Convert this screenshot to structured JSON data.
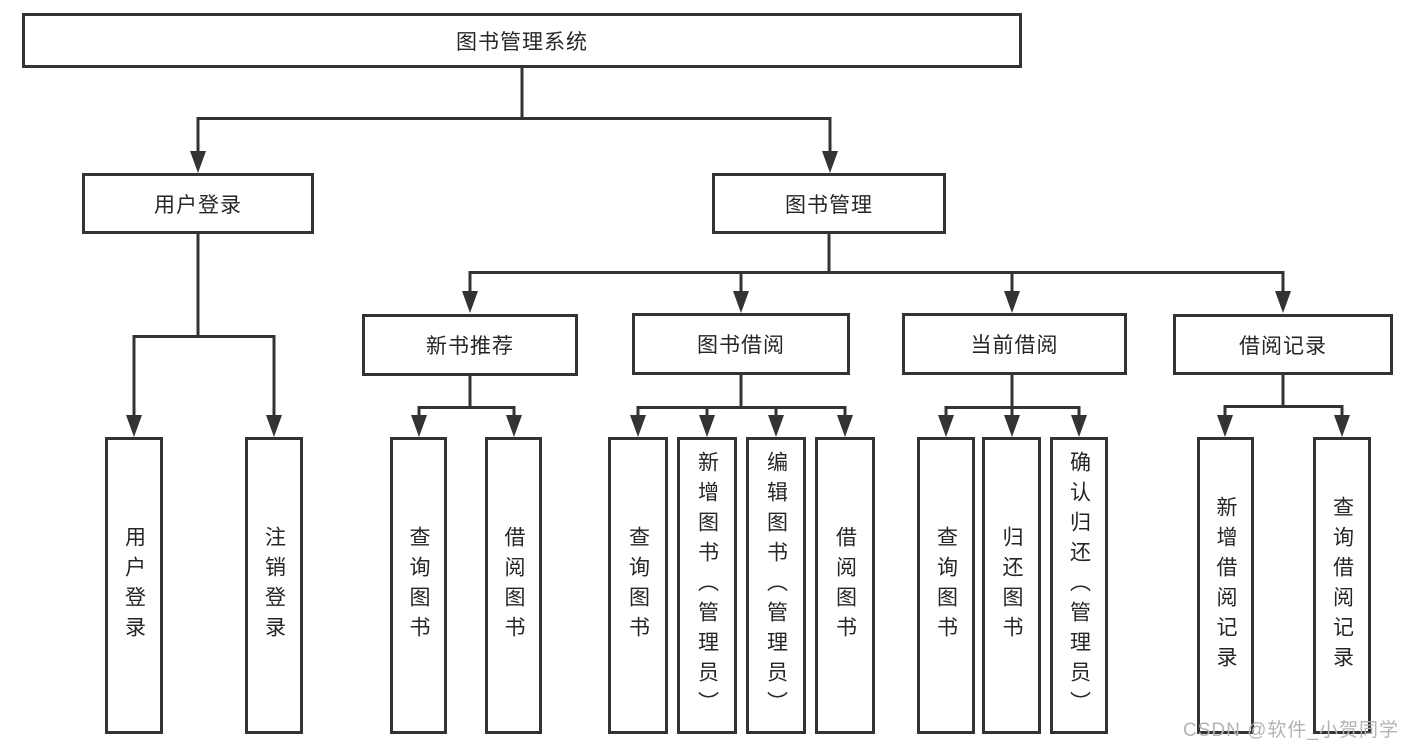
{
  "root_label": "图书管理系统",
  "level2": [
    {
      "label": "用户登录",
      "leaves": [
        "用户登录",
        "注销登录"
      ]
    },
    {
      "label": "图书管理"
    }
  ],
  "level3": [
    {
      "label": "新书推荐",
      "leaves": [
        "查询图书",
        "借阅图书"
      ]
    },
    {
      "label": "图书借阅",
      "leaves": [
        "查询图书",
        "新增图书（管理员）",
        "编辑图书（管理员）",
        "借阅图书"
      ]
    },
    {
      "label": "当前借阅",
      "leaves": [
        "查询图书",
        "归还图书",
        "确认归还（管理员）"
      ]
    },
    {
      "label": "借阅记录",
      "leaves": [
        "新增借阅记录",
        "查询借阅记录"
      ]
    }
  ],
  "watermark": {
    "text": "CSDN @软件_小贺同学"
  },
  "colors": {
    "line": "#333333",
    "box_border": "#333333",
    "text": "#262626",
    "watermark": "#b3b3b3",
    "background": "#ffffff"
  }
}
